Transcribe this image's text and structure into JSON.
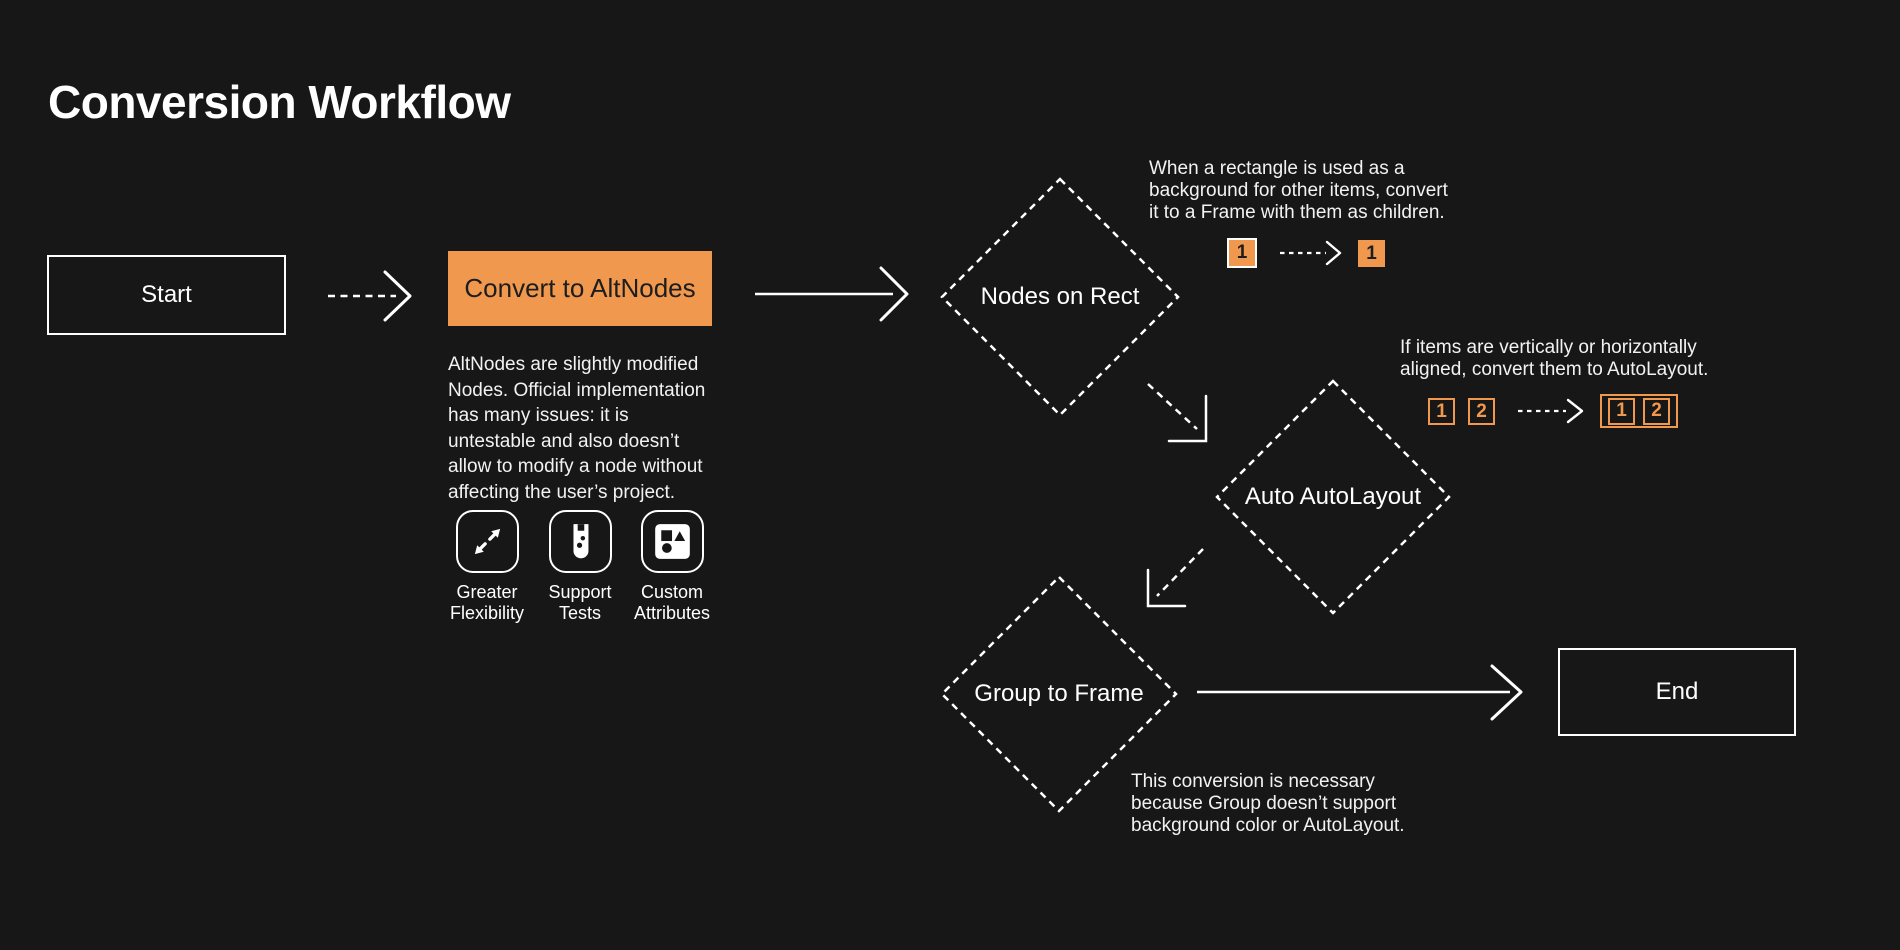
{
  "colors": {
    "background": "#171717",
    "accent": "#F0994E",
    "line": "#FFFFFF",
    "text": "#F2F2F2",
    "dark_text": "#1D1D1D"
  },
  "title": "Conversion Workflow",
  "nodes": {
    "start": "Start",
    "convert": "Convert to AltNodes",
    "nodes_on_rect": "Nodes on Rect",
    "auto_autolayout": "Auto AutoLayout",
    "group_to_frame": "Group to Frame",
    "end": "End"
  },
  "convert_note": {
    "lines": [
      "AltNodes are slightly modified",
      "Nodes. Official implementation",
      "has many issues: it is",
      "untestable and also doesn’t",
      "allow to modify a node without",
      "affecting the user’s project."
    ]
  },
  "features": [
    {
      "icon": "expand-arrows-icon",
      "line1": "Greater",
      "line2": "Flexibility"
    },
    {
      "icon": "test-tube-icon",
      "line1": "Support",
      "line2": "Tests"
    },
    {
      "icon": "shapes-icon",
      "line1": "Custom",
      "line2": "Attributes"
    }
  ],
  "rect_note": {
    "lines": [
      "When a rectangle is used as a",
      "background for other items, convert",
      "it to a Frame with them as children."
    ],
    "before_badge": "1",
    "after_badge": "1"
  },
  "autolayout_note": {
    "lines": [
      "If items are vertically or horizontally",
      "aligned, convert them to AutoLayout."
    ],
    "before_badges": [
      "1",
      "2"
    ],
    "after_badges": [
      "1",
      "2"
    ]
  },
  "group_note": {
    "lines": [
      "This conversion is necessary",
      "because Group doesn’t support",
      "background color or AutoLayout."
    ]
  }
}
